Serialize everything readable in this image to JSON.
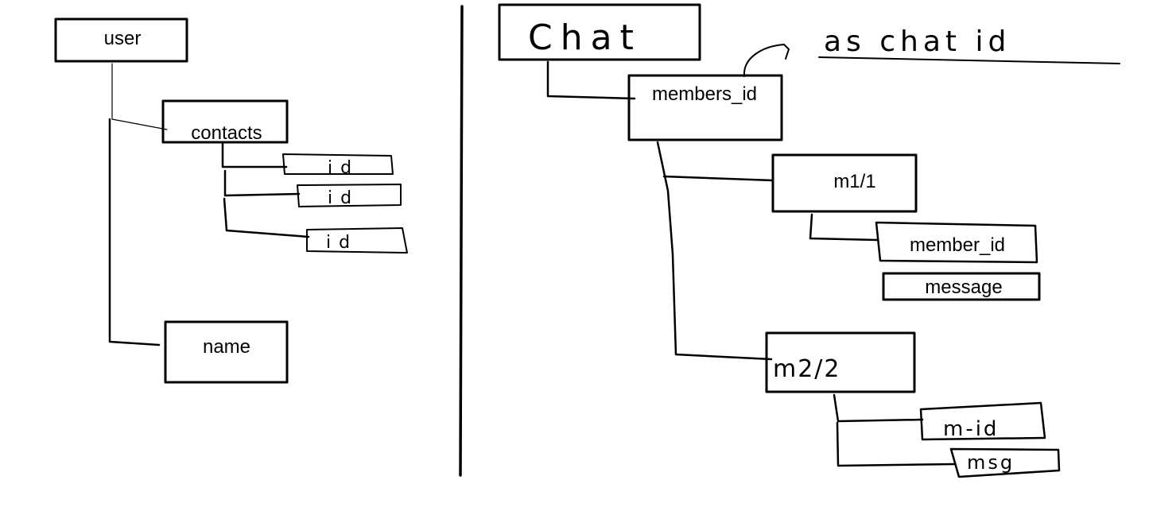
{
  "left": {
    "user": "user",
    "contacts": "contacts",
    "contact_ids": [
      "id",
      "id",
      "id"
    ],
    "name": "name"
  },
  "right": {
    "chat": "Chat",
    "chat_note": "as chat id",
    "members_id": "members_id",
    "m1": "m1/1",
    "member_id": "member_id",
    "message": "message",
    "m2": "m2/2",
    "m2_id": "m-id",
    "m2_msg": "msg"
  }
}
